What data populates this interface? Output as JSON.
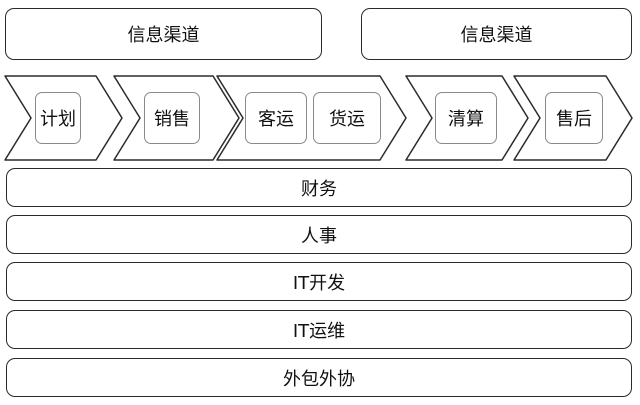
{
  "channels": {
    "left": "信息渠道",
    "right": "信息渠道"
  },
  "process": {
    "plan": "计划",
    "sales": "销售",
    "passenger": "客运",
    "cargo": "货运",
    "settlement": "清算",
    "after_sales": "售后"
  },
  "support": {
    "finance": "财务",
    "hr": "人事",
    "it_dev": "IT开发",
    "it_ops": "IT运维",
    "outsourcing": "外包外协"
  }
}
